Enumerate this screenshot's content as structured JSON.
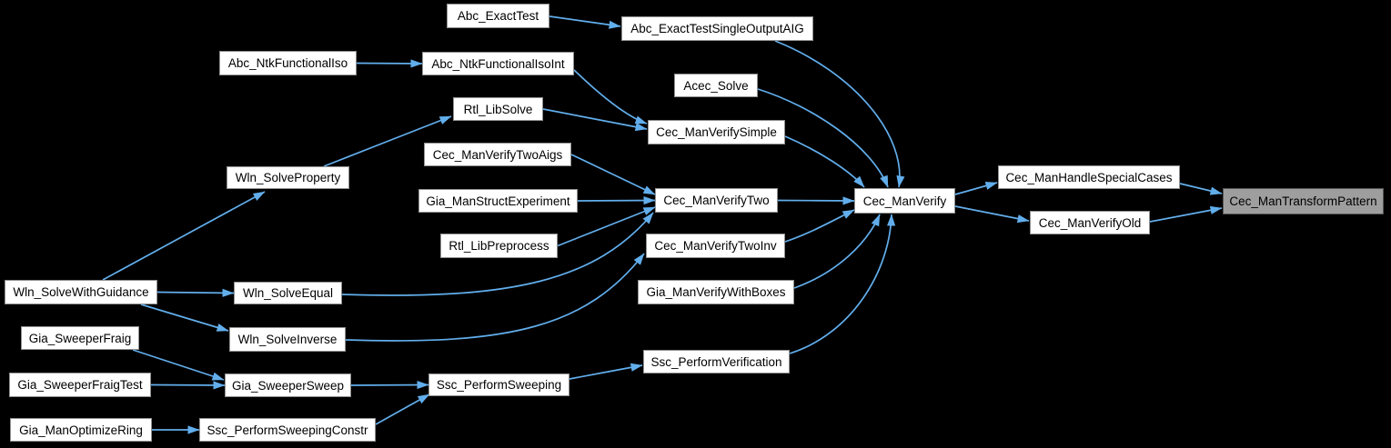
{
  "diagram": {
    "type": "call-graph",
    "highlighted_function": "Cec_ManTransformPattern",
    "colors": {
      "background": "#000000",
      "edge": "#62aeec",
      "node_fill": "#ffffff",
      "node_border": "#919191",
      "node_text": "#000000",
      "highlight_fill": "#9e9e9e",
      "highlight_border": "#555555"
    },
    "nodes": [
      {
        "id": "Abc_ExactTest",
        "label": "Abc_ExactTest",
        "highlighted": false
      },
      {
        "id": "Abc_ExactTestSingleOutputAIG",
        "label": "Abc_ExactTestSingleOutputAIG",
        "highlighted": false
      },
      {
        "id": "Abc_NtkFunctionalIso",
        "label": "Abc_NtkFunctionalIso",
        "highlighted": false
      },
      {
        "id": "Abc_NtkFunctionalIsoInt",
        "label": "Abc_NtkFunctionalIsoInt",
        "highlighted": false
      },
      {
        "id": "Acec_Solve",
        "label": "Acec_Solve",
        "highlighted": false
      },
      {
        "id": "Rtl_LibSolve",
        "label": "Rtl_LibSolve",
        "highlighted": false
      },
      {
        "id": "Cec_ManVerifySimple",
        "label": "Cec_ManVerifySimple",
        "highlighted": false
      },
      {
        "id": "Cec_ManVerifyTwoAigs",
        "label": "Cec_ManVerifyTwoAigs",
        "highlighted": false
      },
      {
        "id": "Wln_SolveProperty",
        "label": "Wln_SolveProperty",
        "highlighted": false
      },
      {
        "id": "Gia_ManStructExperiment",
        "label": "Gia_ManStructExperiment",
        "highlighted": false
      },
      {
        "id": "Cec_ManVerifyTwo",
        "label": "Cec_ManVerifyTwo",
        "highlighted": false
      },
      {
        "id": "Rtl_LibPreprocess",
        "label": "Rtl_LibPreprocess",
        "highlighted": false
      },
      {
        "id": "Cec_ManVerifyTwoInv",
        "label": "Cec_ManVerifyTwoInv",
        "highlighted": false
      },
      {
        "id": "Gia_ManVerifyWithBoxes",
        "label": "Gia_ManVerifyWithBoxes",
        "highlighted": false
      },
      {
        "id": "Wln_SolveWithGuidance",
        "label": "Wln_SolveWithGuidance",
        "highlighted": false
      },
      {
        "id": "Wln_SolveEqual",
        "label": "Wln_SolveEqual",
        "highlighted": false
      },
      {
        "id": "Gia_SweeperFraig",
        "label": "Gia_SweeperFraig",
        "highlighted": false
      },
      {
        "id": "Wln_SolveInverse",
        "label": "Wln_SolveInverse",
        "highlighted": false
      },
      {
        "id": "Ssc_PerformVerification",
        "label": "Ssc_PerformVerification",
        "highlighted": false
      },
      {
        "id": "Gia_SweeperFraigTest",
        "label": "Gia_SweeperFraigTest",
        "highlighted": false
      },
      {
        "id": "Gia_SweeperSweep",
        "label": "Gia_SweeperSweep",
        "highlighted": false
      },
      {
        "id": "Ssc_PerformSweeping",
        "label": "Ssc_PerformSweeping",
        "highlighted": false
      },
      {
        "id": "Gia_ManOptimizeRing",
        "label": "Gia_ManOptimizeRing",
        "highlighted": false
      },
      {
        "id": "Ssc_PerformSweepingConstr",
        "label": "Ssc_PerformSweepingConstr",
        "highlighted": false
      },
      {
        "id": "Cec_ManVerify",
        "label": "Cec_ManVerify",
        "highlighted": false
      },
      {
        "id": "Cec_ManHandleSpecialCases",
        "label": "Cec_ManHandleSpecialCases",
        "highlighted": false
      },
      {
        "id": "Cec_ManVerifyOld",
        "label": "Cec_ManVerifyOld",
        "highlighted": false
      },
      {
        "id": "Cec_ManTransformPattern",
        "label": "Cec_ManTransformPattern",
        "highlighted": true
      }
    ],
    "edges": [
      {
        "from": "Abc_ExactTest",
        "to": "Abc_ExactTestSingleOutputAIG"
      },
      {
        "from": "Abc_ExactTestSingleOutputAIG",
        "to": "Cec_ManVerify"
      },
      {
        "from": "Abc_NtkFunctionalIso",
        "to": "Abc_NtkFunctionalIsoInt"
      },
      {
        "from": "Abc_NtkFunctionalIsoInt",
        "to": "Cec_ManVerifySimple"
      },
      {
        "from": "Acec_Solve",
        "to": "Cec_ManVerify"
      },
      {
        "from": "Rtl_LibSolve",
        "to": "Cec_ManVerifySimple"
      },
      {
        "from": "Cec_ManVerifySimple",
        "to": "Cec_ManVerify"
      },
      {
        "from": "Wln_SolveProperty",
        "to": "Rtl_LibSolve"
      },
      {
        "from": "Cec_ManVerifyTwoAigs",
        "to": "Cec_ManVerifyTwo"
      },
      {
        "from": "Gia_ManStructExperiment",
        "to": "Cec_ManVerifyTwo"
      },
      {
        "from": "Rtl_LibPreprocess",
        "to": "Cec_ManVerifyTwo"
      },
      {
        "from": "Wln_SolveEqual",
        "to": "Cec_ManVerifyTwo"
      },
      {
        "from": "Cec_ManVerifyTwo",
        "to": "Cec_ManVerify"
      },
      {
        "from": "Cec_ManVerifyTwoInv",
        "to": "Cec_ManVerify"
      },
      {
        "from": "Wln_SolveInverse",
        "to": "Cec_ManVerifyTwoInv"
      },
      {
        "from": "Gia_ManVerifyWithBoxes",
        "to": "Cec_ManVerify"
      },
      {
        "from": "Wln_SolveWithGuidance",
        "to": "Wln_SolveProperty"
      },
      {
        "from": "Wln_SolveWithGuidance",
        "to": "Wln_SolveEqual"
      },
      {
        "from": "Wln_SolveWithGuidance",
        "to": "Wln_SolveInverse"
      },
      {
        "from": "Gia_SweeperFraig",
        "to": "Gia_SweeperSweep"
      },
      {
        "from": "Gia_SweeperFraigTest",
        "to": "Gia_SweeperSweep"
      },
      {
        "from": "Gia_SweeperSweep",
        "to": "Ssc_PerformSweeping"
      },
      {
        "from": "Gia_ManOptimizeRing",
        "to": "Ssc_PerformSweepingConstr"
      },
      {
        "from": "Ssc_PerformSweepingConstr",
        "to": "Ssc_PerformSweeping"
      },
      {
        "from": "Ssc_PerformSweeping",
        "to": "Ssc_PerformVerification"
      },
      {
        "from": "Ssc_PerformVerification",
        "to": "Cec_ManVerify"
      },
      {
        "from": "Cec_ManVerify",
        "to": "Cec_ManHandleSpecialCases"
      },
      {
        "from": "Cec_ManVerify",
        "to": "Cec_ManVerifyOld"
      },
      {
        "from": "Cec_ManHandleSpecialCases",
        "to": "Cec_ManTransformPattern"
      },
      {
        "from": "Cec_ManVerifyOld",
        "to": "Cec_ManTransformPattern"
      }
    ]
  }
}
